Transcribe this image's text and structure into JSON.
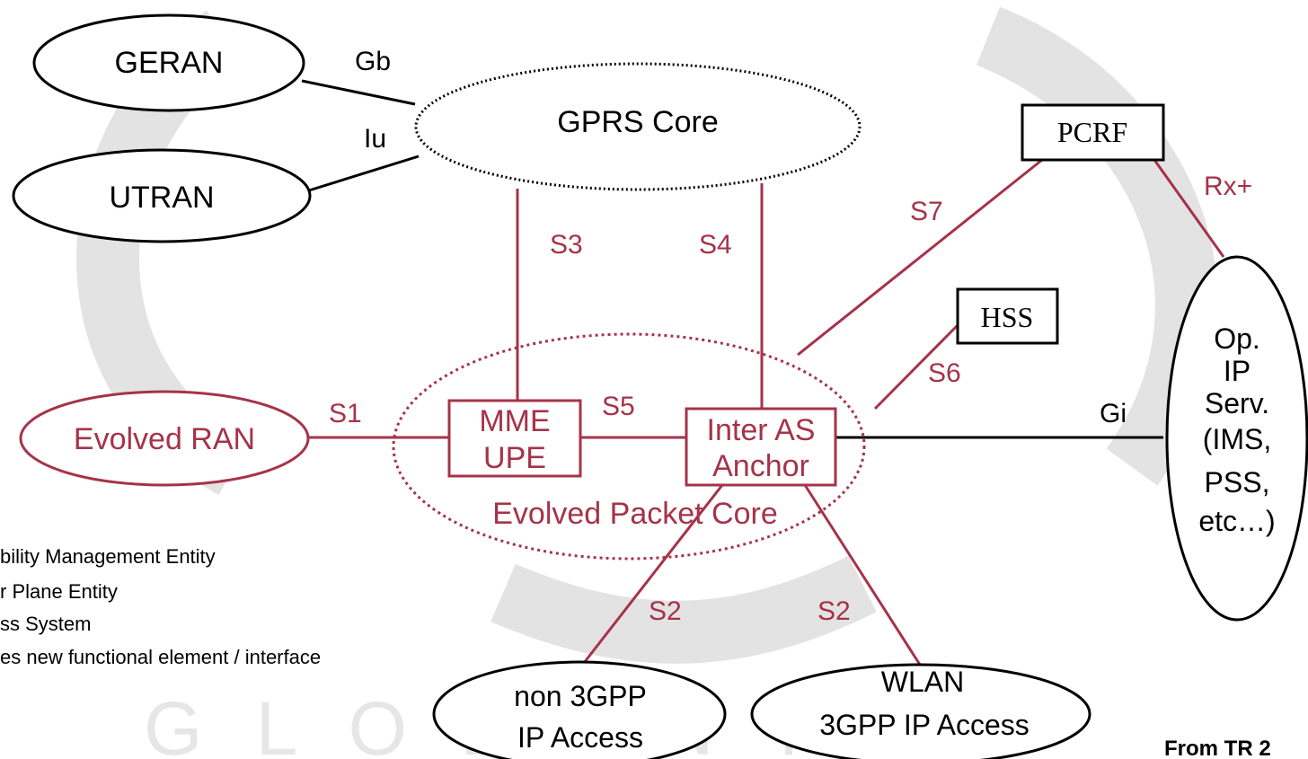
{
  "colors": {
    "new": "#a53349",
    "existing": "#000000",
    "watermark": "#e3e3e3",
    "background": "#ffffff"
  },
  "watermark": {
    "letters": "G L O B A N T I S"
  },
  "nodes": {
    "geran": "GERAN",
    "utran": "UTRAN",
    "gprs_core": "GPRS Core",
    "pcrf": "PCRF",
    "hss": "HSS",
    "evolved_ran": "Evolved RAN",
    "mme": "MME",
    "upe": "UPE",
    "inter_as": "Inter AS",
    "anchor": "Anchor",
    "epc": "Evolved Packet Core",
    "op_ip": [
      "Op.",
      "IP",
      "Serv.",
      "(IMS,",
      "PSS,",
      "etc…)"
    ],
    "non3gpp": [
      "non 3GPP",
      "IP Access"
    ],
    "wlan": [
      "WLAN",
      "3GPP IP Access"
    ]
  },
  "interfaces": {
    "gb": "Gb",
    "iu": "Iu",
    "s1": "S1",
    "s2a": "S2",
    "s2b": "S2",
    "s3": "S3",
    "s4": "S4",
    "s5": "S5",
    "s6": "S6",
    "s7": "S7",
    "rx": "Rx+",
    "gi": "Gi"
  },
  "legend": [
    "bility Management Entity",
    "r Plane Entity",
    "ss System",
    "es new functional element / interface"
  ],
  "source": "From TR 2"
}
